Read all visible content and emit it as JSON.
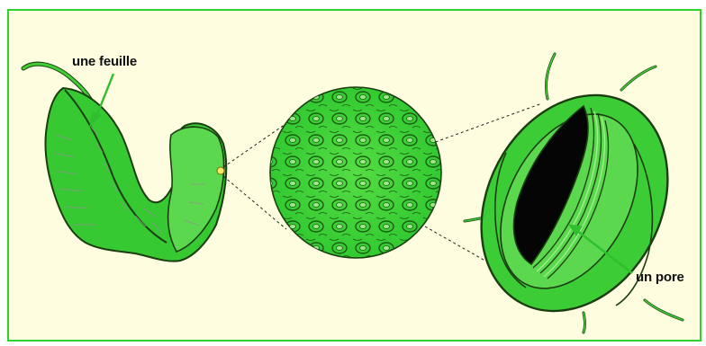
{
  "labels": {
    "leaf": "une feuille",
    "pore": "un pore"
  },
  "colors": {
    "background": "#fffde0",
    "frame_border": "#2fd12f",
    "leaf_green": "#33cc33",
    "leaf_light": "#66dd55",
    "dark_outline": "#1b3d10",
    "pore_black": "#050505",
    "arrow_green": "#2fbf2f",
    "highlight_yellow": "#f7ea6a"
  },
  "icons": [
    "leaf-illustration",
    "epidermis-zoom-disc",
    "stoma-illustration",
    "pointer-arrow"
  ]
}
